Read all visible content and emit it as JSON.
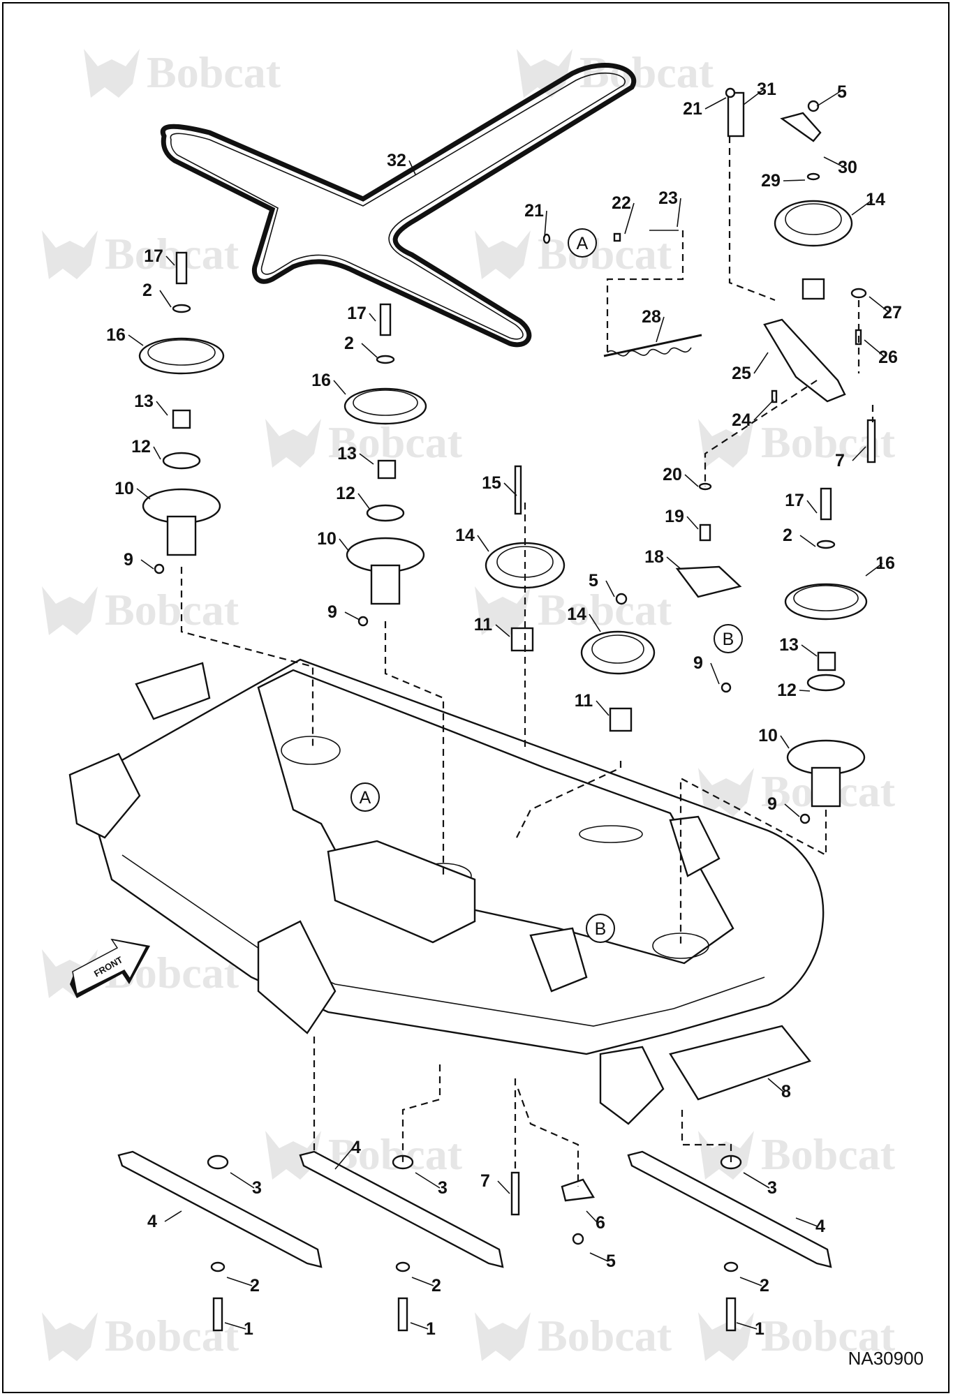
{
  "diagram": {
    "brand": "Bobcat",
    "drawing_number": "NA30900",
    "front_label": "FRONT",
    "callout_a": "A",
    "callout_b": "B"
  },
  "callouts": [
    {
      "id": "c32",
      "label": "32"
    },
    {
      "id": "c31",
      "label": "31"
    },
    {
      "id": "c21a",
      "label": "21"
    },
    {
      "id": "c5a",
      "label": "5"
    },
    {
      "id": "c30",
      "label": "30"
    },
    {
      "id": "c29",
      "label": "29"
    },
    {
      "id": "c14a",
      "label": "14"
    },
    {
      "id": "c21b",
      "label": "21"
    },
    {
      "id": "c22",
      "label": "22"
    },
    {
      "id": "c23",
      "label": "23"
    },
    {
      "id": "c27",
      "label": "27"
    },
    {
      "id": "c28",
      "label": "28"
    },
    {
      "id": "c26",
      "label": "26"
    },
    {
      "id": "c25",
      "label": "25"
    },
    {
      "id": "c24",
      "label": "24"
    },
    {
      "id": "c7a",
      "label": "7"
    },
    {
      "id": "c17a",
      "label": "17"
    },
    {
      "id": "c2a",
      "label": "2"
    },
    {
      "id": "c16a",
      "label": "16"
    },
    {
      "id": "c13a",
      "label": "13"
    },
    {
      "id": "c12a",
      "label": "12"
    },
    {
      "id": "c10a",
      "label": "10"
    },
    {
      "id": "c9a",
      "label": "9"
    },
    {
      "id": "c17b",
      "label": "17"
    },
    {
      "id": "c2b",
      "label": "2"
    },
    {
      "id": "c16b",
      "label": "16"
    },
    {
      "id": "c13b",
      "label": "13"
    },
    {
      "id": "c12b",
      "label": "12"
    },
    {
      "id": "c10b",
      "label": "10"
    },
    {
      "id": "c9b",
      "label": "9"
    },
    {
      "id": "c15",
      "label": "15"
    },
    {
      "id": "c14b",
      "label": "14"
    },
    {
      "id": "c11a",
      "label": "11"
    },
    {
      "id": "c5b",
      "label": "5"
    },
    {
      "id": "c14c",
      "label": "14"
    },
    {
      "id": "c11b",
      "label": "11"
    },
    {
      "id": "c20",
      "label": "20"
    },
    {
      "id": "c19",
      "label": "19"
    },
    {
      "id": "c18",
      "label": "18"
    },
    {
      "id": "c9c",
      "label": "9"
    },
    {
      "id": "c17c",
      "label": "17"
    },
    {
      "id": "c2c",
      "label": "2"
    },
    {
      "id": "c16c",
      "label": "16"
    },
    {
      "id": "c13c",
      "label": "13"
    },
    {
      "id": "c12c",
      "label": "12"
    },
    {
      "id": "c10c",
      "label": "10"
    },
    {
      "id": "c9d",
      "label": "9"
    },
    {
      "id": "c8",
      "label": "8"
    },
    {
      "id": "c3a",
      "label": "3"
    },
    {
      "id": "c4a",
      "label": "4"
    },
    {
      "id": "c4b",
      "label": "4"
    },
    {
      "id": "c3b",
      "label": "3"
    },
    {
      "id": "c7b",
      "label": "7"
    },
    {
      "id": "c6",
      "label": "6"
    },
    {
      "id": "c5c",
      "label": "5"
    },
    {
      "id": "c3c",
      "label": "3"
    },
    {
      "id": "c4c",
      "label": "4"
    },
    {
      "id": "c2d",
      "label": "2"
    },
    {
      "id": "c1a",
      "label": "1"
    },
    {
      "id": "c2e",
      "label": "2"
    },
    {
      "id": "c1b",
      "label": "1"
    },
    {
      "id": "c2f",
      "label": "2"
    },
    {
      "id": "c1c",
      "label": "1"
    }
  ]
}
